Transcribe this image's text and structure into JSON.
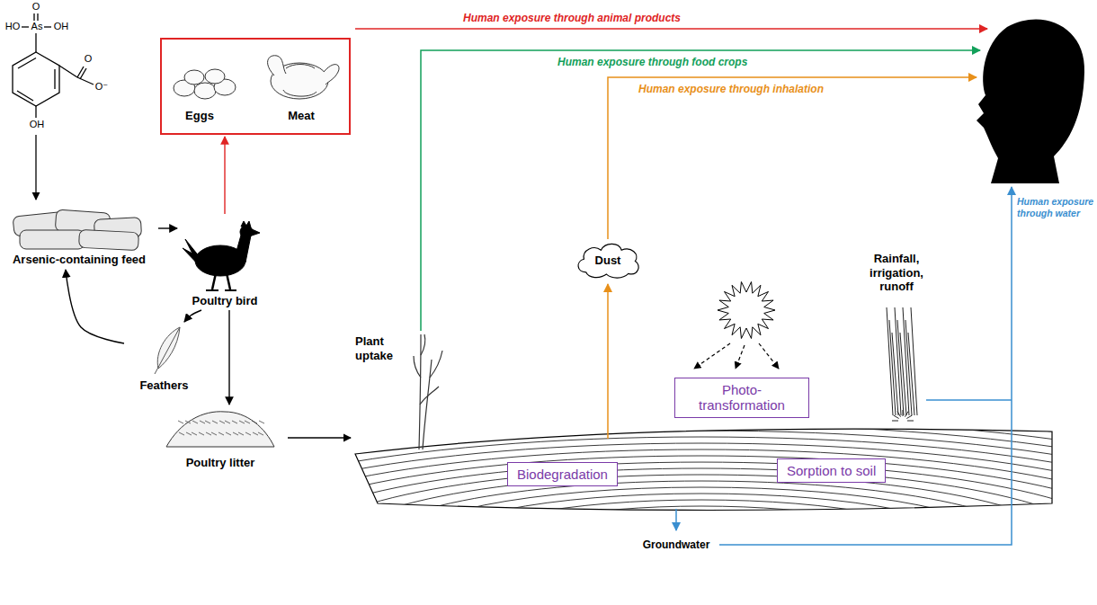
{
  "diagram": {
    "nodes": [
      {
        "text": [
          "Eggs",
          "Meat"
        ]
      },
      {
        "text": [
          "Arsenic-containing feed"
        ]
      },
      {
        "text": [
          "Poultry bird"
        ]
      },
      {
        "text": [
          "Feathers"
        ]
      },
      {
        "text": [
          "Poultry litter"
        ]
      },
      {
        "text": [
          "Plant uptake"
        ]
      },
      {
        "text": [
          "Dust"
        ]
      },
      {
        "text": [
          "Photo- transformation"
        ]
      },
      {
        "text": [
          "Rainfall, irrigation, runoff"
        ]
      },
      {
        "text": [
          "Biodegradation"
        ]
      },
      {
        "text": [
          "Sorption to soil"
        ]
      }
    ],
    "edges": [
      {
        "from": 1,
        "to": 2,
        "arrow": "to"
      },
      {
        "from": 2,
        "to": 0,
        "arrow": "to"
      },
      {
        "from": 2,
        "to": 3,
        "arrow": "to"
      },
      {
        "from": 3,
        "to": 1,
        "arrow": "to"
      },
      {
        "from": 2,
        "to": 4,
        "arrow": "to"
      }
    ],
    "labels": [
      "O",
      "HO",
      "As",
      "OH",
      "O",
      "O⁻",
      "OH",
      "Human exposure through animal products",
      "Human exposure through food crops",
      "Human exposure through inhalation",
      "Human exposure through water",
      "Groundwater"
    ]
  }
}
